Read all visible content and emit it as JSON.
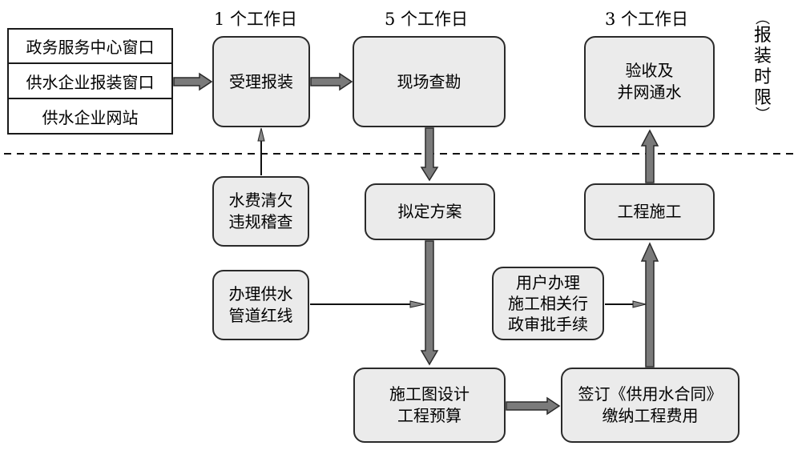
{
  "headers": {
    "h1": "1 个工作日",
    "h2": "5 个工作日",
    "h3": "3 个工作日"
  },
  "side_label": {
    "paren_open": "︵",
    "chars": [
      "报",
      "装",
      "时",
      "限"
    ],
    "paren_close": "︶"
  },
  "channels": [
    "政务服务中心窗口",
    "供水企业报装窗口",
    "供水企业网站"
  ],
  "nodes": {
    "accept": "受理报装",
    "survey": "现场查勘",
    "acceptance": "验收及\n并网通水",
    "arrears": "水费清欠\n违规稽查",
    "plan": "拟定方案",
    "construction": "工程施工",
    "redline": "办理供水\n管道红线",
    "permits": "用户办理\n施工相关行\n政审批手续",
    "design": "施工图设计\n工程预算",
    "contract": "签订《供用水合同》\n缴纳工程费用"
  },
  "colors": {
    "node_fill": "#ebebeb",
    "arrow_fill": "#7a7a7a",
    "stroke": "#2a2a2a"
  }
}
